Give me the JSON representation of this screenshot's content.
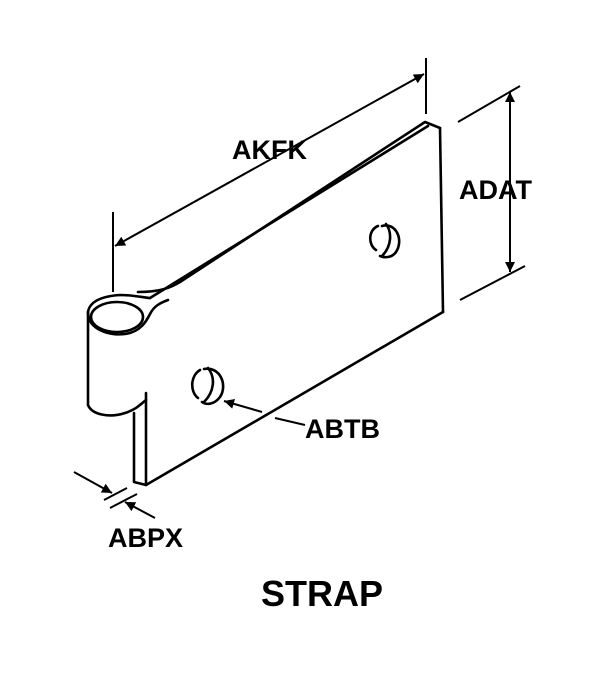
{
  "title": "STRAP",
  "dimensions": {
    "length": "AKFK",
    "height": "ADAT",
    "hole": "ABTB",
    "thickness": "ABPX"
  },
  "colors": {
    "line": "#000000",
    "background": "#ffffff"
  }
}
